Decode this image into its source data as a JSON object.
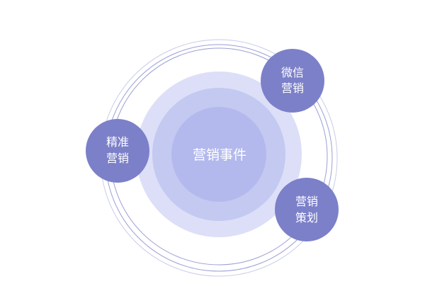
{
  "diagram": {
    "center": {
      "label": "营销事件"
    },
    "nodes": [
      {
        "id": "wechat",
        "lines": [
          "微信",
          "营销"
        ]
      },
      {
        "id": "precision",
        "lines": [
          "精准",
          "营销"
        ]
      },
      {
        "id": "planning",
        "lines": [
          "营销",
          "策划"
        ]
      }
    ],
    "colors": {
      "ring_outer": "#dcdff7",
      "ring_middle": "#c4c9f1",
      "ring_inner": "#b3b9ec",
      "node_fill": "#7c80c9",
      "orbit_line": "#9a9fd6",
      "orbit_line_light": "#c9cce9",
      "text": "#ffffff"
    }
  }
}
